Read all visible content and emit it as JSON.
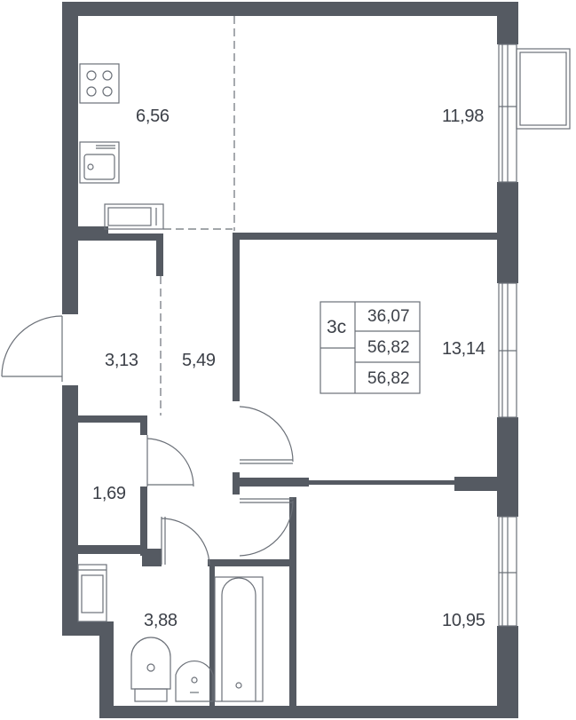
{
  "plan": {
    "wall_color": "#555a62",
    "line_color": "#6b7078",
    "rooms": {
      "kitchen": "6,56",
      "living": "11,98",
      "hall": "3,13",
      "corridor": "5,49",
      "bedroom1": "13,14",
      "wc": "1,69",
      "bathroom": "3,88",
      "bedroom2": "10,95"
    },
    "summary": {
      "type": "3с",
      "living_area": "36,07",
      "total_area": "56,82",
      "total_area_balcony": "56,82"
    }
  }
}
